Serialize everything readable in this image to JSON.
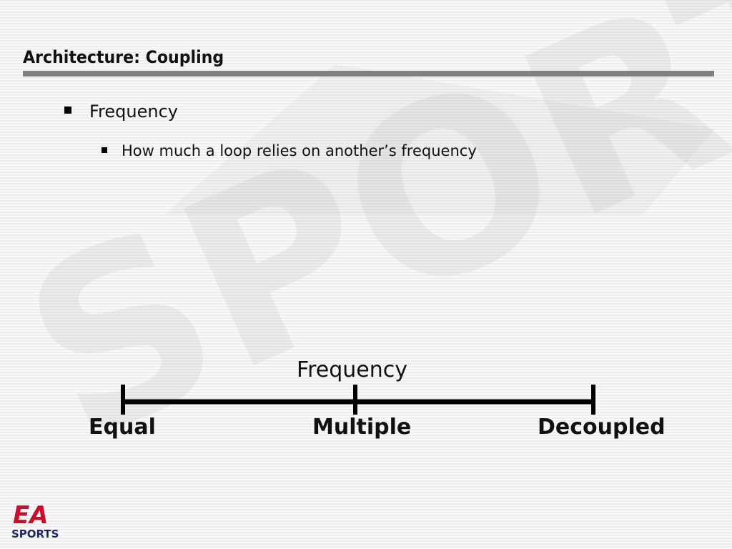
{
  "slide": {
    "title": "Architecture: Coupling",
    "bullets": [
      {
        "level": 1,
        "text": "Frequency"
      },
      {
        "level": 2,
        "text": "How much a loop relies on another’s frequency"
      }
    ]
  },
  "scale": {
    "title": "Frequency",
    "ticks": [
      {
        "label": "Equal",
        "position": 0
      },
      {
        "label": "Multiple",
        "position": 0.5
      },
      {
        "label": "Decoupled",
        "position": 1
      }
    ]
  },
  "logo": {
    "brand_top": "EA",
    "brand_bottom": "SPORTS",
    "colors": {
      "red": "#c8102e",
      "navy": "#1c2a5a"
    }
  },
  "watermark": {
    "text": "SPORTS"
  }
}
